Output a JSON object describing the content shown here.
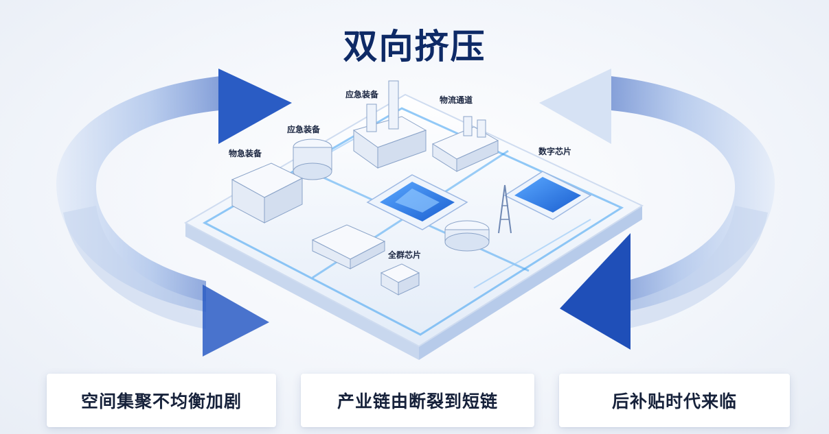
{
  "title": "双向挤压",
  "map_labels": {
    "top_left_building": "应急装备",
    "left_tank": "应急装备",
    "far_left_warehouse": "物急装备",
    "logistics": "物流通道",
    "digital_chip": "数字芯片",
    "center_bottom": "全群芯片"
  },
  "cards": [
    {
      "label": "空间集聚不均衡加剧"
    },
    {
      "label": "产业链由断裂到短链"
    },
    {
      "label": "后补贴时代来临"
    }
  ],
  "colors": {
    "title": "#0e2a66",
    "arrow_dark": "#1f4fb8",
    "arrow_light": "#c9d8f2",
    "board_accent": "#3a9ef0"
  },
  "icons": [
    "cycle-arrow-left-icon",
    "cycle-arrow-right-icon",
    "factory-icon",
    "chip-icon",
    "tower-icon",
    "warehouse-icon"
  ]
}
